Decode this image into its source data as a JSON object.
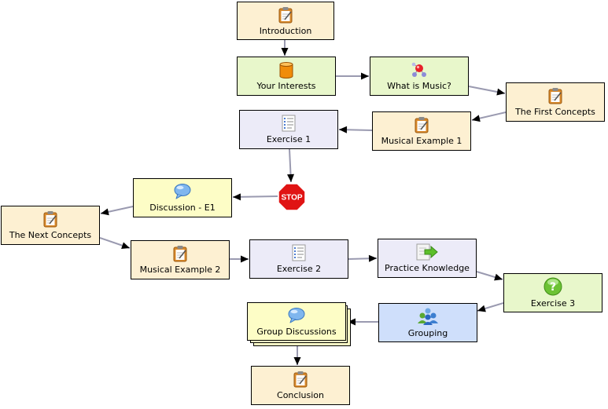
{
  "colors": {
    "doc": "#fdf0d2",
    "data": "#e8f7cb",
    "exercise": "#ecebf8",
    "discussion": "#fdfdc6",
    "group": "#cfdffb",
    "edge": "#9a9ab0",
    "arrow": "#000000",
    "stop": "#e01414"
  },
  "nodes": [
    {
      "id": "introduction",
      "label": "Introduction",
      "type": "doc",
      "icon": "notepad-icon"
    },
    {
      "id": "your-interests",
      "label": "Your Interests",
      "type": "data",
      "icon": "database-icon"
    },
    {
      "id": "what-is-music",
      "label": "What is Music?",
      "type": "data",
      "icon": "molecule-icon"
    },
    {
      "id": "first-concepts",
      "label": "The First Concepts",
      "type": "doc",
      "icon": "notepad-icon"
    },
    {
      "id": "musical-example-1",
      "label": "Musical Example 1",
      "type": "doc",
      "icon": "notepad-icon"
    },
    {
      "id": "exercise-1",
      "label": "Exercise 1",
      "type": "exercise",
      "icon": "checklist-icon"
    },
    {
      "id": "discussion-e1",
      "label": "Discussion - E1",
      "type": "discussion",
      "icon": "speech-bubble-icon"
    },
    {
      "id": "next-concepts",
      "label": "The Next Concepts",
      "type": "doc",
      "icon": "notepad-icon"
    },
    {
      "id": "musical-example-2",
      "label": "Musical Example 2",
      "type": "doc",
      "icon": "notepad-icon"
    },
    {
      "id": "exercise-2",
      "label": "Exercise 2",
      "type": "exercise",
      "icon": "checklist-icon"
    },
    {
      "id": "practice-knowledge",
      "label": "Practice Knowledge",
      "type": "exercise",
      "icon": "arrow-doc-icon"
    },
    {
      "id": "exercise-3",
      "label": "Exercise 3",
      "type": "data",
      "icon": "question-icon"
    },
    {
      "id": "grouping",
      "label": "Grouping",
      "type": "group",
      "icon": "people-icon"
    },
    {
      "id": "group-discussions",
      "label": "Group Discussions",
      "type": "discussion",
      "icon": "speech-bubble-icon"
    },
    {
      "id": "conclusion",
      "label": "Conclusion",
      "type": "doc",
      "icon": "notepad-icon"
    }
  ],
  "stop": {
    "label": "STOP"
  }
}
